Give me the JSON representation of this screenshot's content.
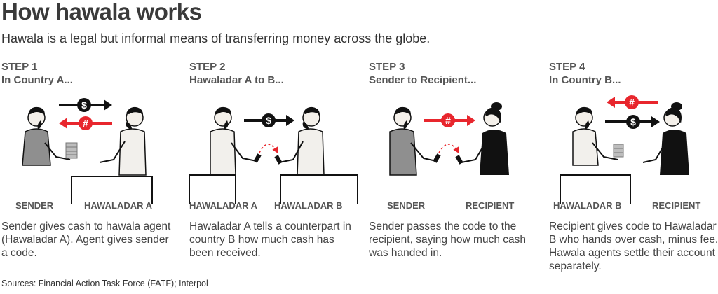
{
  "title": "How hawala works",
  "subtitle": "Hawala is a legal but informal means of transferring money across the globe.",
  "steps": [
    {
      "number": "STEP 1",
      "heading": "In Country A...",
      "label_left": "SENDER",
      "label_right": "HAWALADAR A",
      "description": "Sender gives cash to hawala agent (Hawaladar A). Agent gives sender a code."
    },
    {
      "number": "STEP 2",
      "heading": "Hawaladar A to B...",
      "label_left": "HAWALADAR A",
      "label_right": "HAWALADAR B",
      "description": "Hawaladar A tells a counterpart in country B how much cash has been received."
    },
    {
      "number": "STEP 3",
      "heading": "Sender to Recipient...",
      "label_left": "SENDER",
      "label_right": "RECIPIENT",
      "description": "Sender passes the code to the recipient, saying how much cash was handed in."
    },
    {
      "number": "STEP 4",
      "heading": "In Country B...",
      "label_left": "HAWALADAR B",
      "label_right": "RECIPIENT",
      "description": "Recipient gives code to Hawaladar B who hands over cash, minus fee. Hawala agents settle their account separately."
    }
  ],
  "symbols": {
    "cash": "$",
    "code": "#"
  },
  "sources": "Sources: Financial Action Task Force (FATF); Interpol",
  "colors": {
    "red": "#e8262d",
    "black": "#111111",
    "shirt_gray": "#8f8f8f",
    "shirt_light": "#f2f0ec"
  }
}
